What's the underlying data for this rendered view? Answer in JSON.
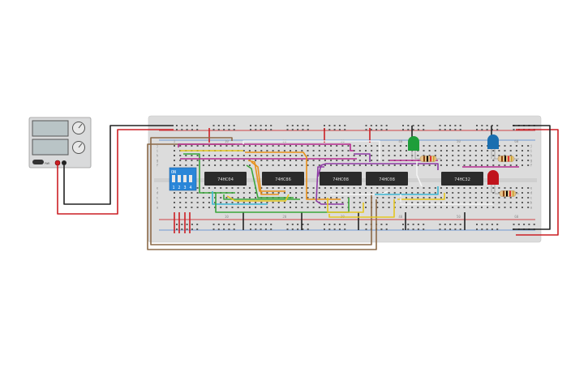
{
  "chips": [
    {
      "label": "74HC04"
    },
    {
      "label": "74HC86"
    },
    {
      "label": "74HC08"
    },
    {
      "label": "74HC08"
    },
    {
      "label": "74HC32"
    }
  ],
  "dip_switch": {
    "on_label": "ON",
    "numbers": [
      "1",
      "2",
      "3",
      "4"
    ]
  },
  "breadboard": {
    "column_numbers_top": [
      "1",
      "10",
      "20",
      "30",
      "40",
      "50",
      "60"
    ],
    "column_numbers_bottom": [
      "1",
      "10",
      "20",
      "30",
      "40",
      "50",
      "60"
    ],
    "row_letters_top": [
      "j",
      "i",
      "h",
      "g",
      "f"
    ],
    "row_letters_bottom": [
      "e",
      "d",
      "c",
      "b",
      "a"
    ]
  },
  "power_supply": {
    "label": "PWR"
  },
  "leds": [
    {
      "color": "green",
      "hex": "#1e9e3a"
    },
    {
      "color": "blue",
      "hex": "#1a6fb0"
    },
    {
      "color": "red",
      "hex": "#c0141c"
    }
  ],
  "wire_colors": {
    "power": "#cc1f24",
    "ground": "#222222",
    "orange": "#e8901a",
    "purple": "#8e3aa5",
    "magenta": "#b52a8f",
    "green": "#3aa63a",
    "yellow": "#e5c620",
    "white": "#f4f4f4",
    "brown": "#8c6a48",
    "cyan": "#3bb7d3"
  }
}
